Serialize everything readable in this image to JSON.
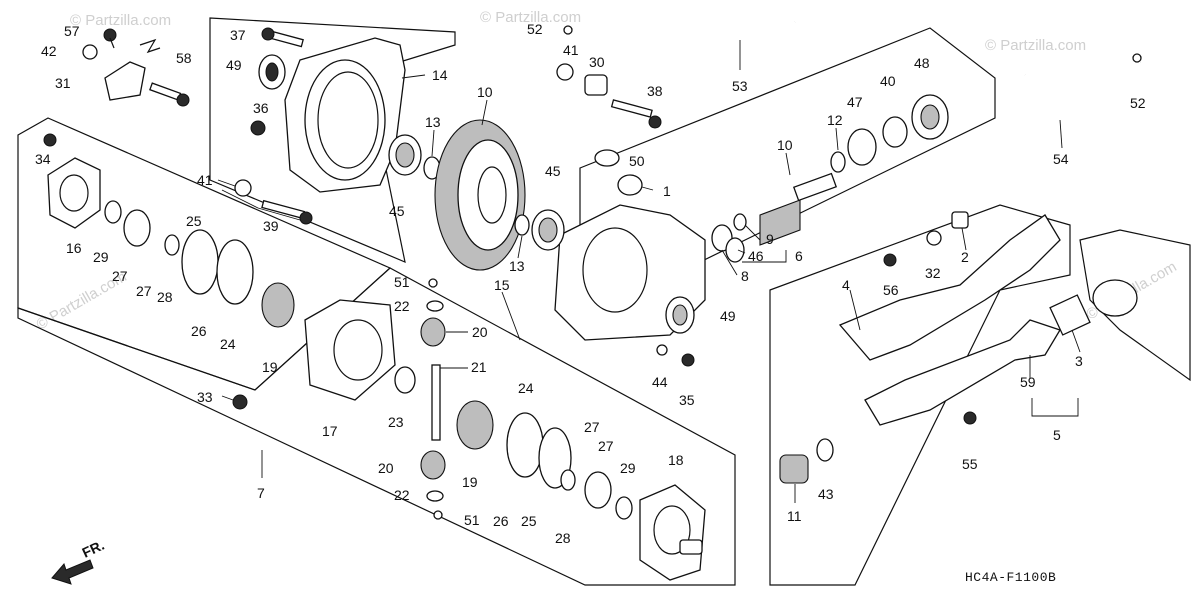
{
  "diagram": {
    "figure_code": "HC4A-F1100B",
    "front_label": "FR.",
    "watermark": "© Partzilla.com",
    "part_labels": {
      "p1": "1",
      "p2": "2",
      "p3": "3",
      "p4": "4",
      "p5": "5",
      "p6": "6",
      "p7": "7",
      "p8": "8",
      "p9": "9",
      "p10a": "10",
      "p10b": "10",
      "p11": "11",
      "p12": "12",
      "p13a": "13",
      "p13b": "13",
      "p14": "14",
      "p15": "15",
      "p16": "16",
      "p17": "17",
      "p18": "18",
      "p19a": "19",
      "p19b": "19",
      "p20a": "20",
      "p20b": "20",
      "p21": "21",
      "p22a": "22",
      "p22b": "22",
      "p23": "23",
      "p24a": "24",
      "p24b": "24",
      "p25a": "25",
      "p25b": "25",
      "p26a": "26",
      "p26b": "26",
      "p27a": "27",
      "p27b": "27",
      "p27c": "27",
      "p27d": "27",
      "p28a": "28",
      "p28b": "28",
      "p29a": "29",
      "p29b": "29",
      "p30": "30",
      "p31": "31",
      "p32": "32",
      "p33": "33",
      "p34": "34",
      "p35": "35",
      "p36": "36",
      "p37": "37",
      "p38": "38",
      "p39": "39",
      "p40": "40",
      "p41a": "41",
      "p41b": "41",
      "p42": "42",
      "p43": "43",
      "p44": "44",
      "p45a": "45",
      "p45b": "45",
      "p46": "46",
      "p47": "47",
      "p48": "48",
      "p49a": "49",
      "p49b": "49",
      "p50": "50",
      "p51a": "51",
      "p51b": "51",
      "p52a": "52",
      "p52b": "52",
      "p53": "53",
      "p54": "54",
      "p55": "55",
      "p56": "56",
      "p57": "57",
      "p58": "58",
      "p59": "59"
    }
  }
}
